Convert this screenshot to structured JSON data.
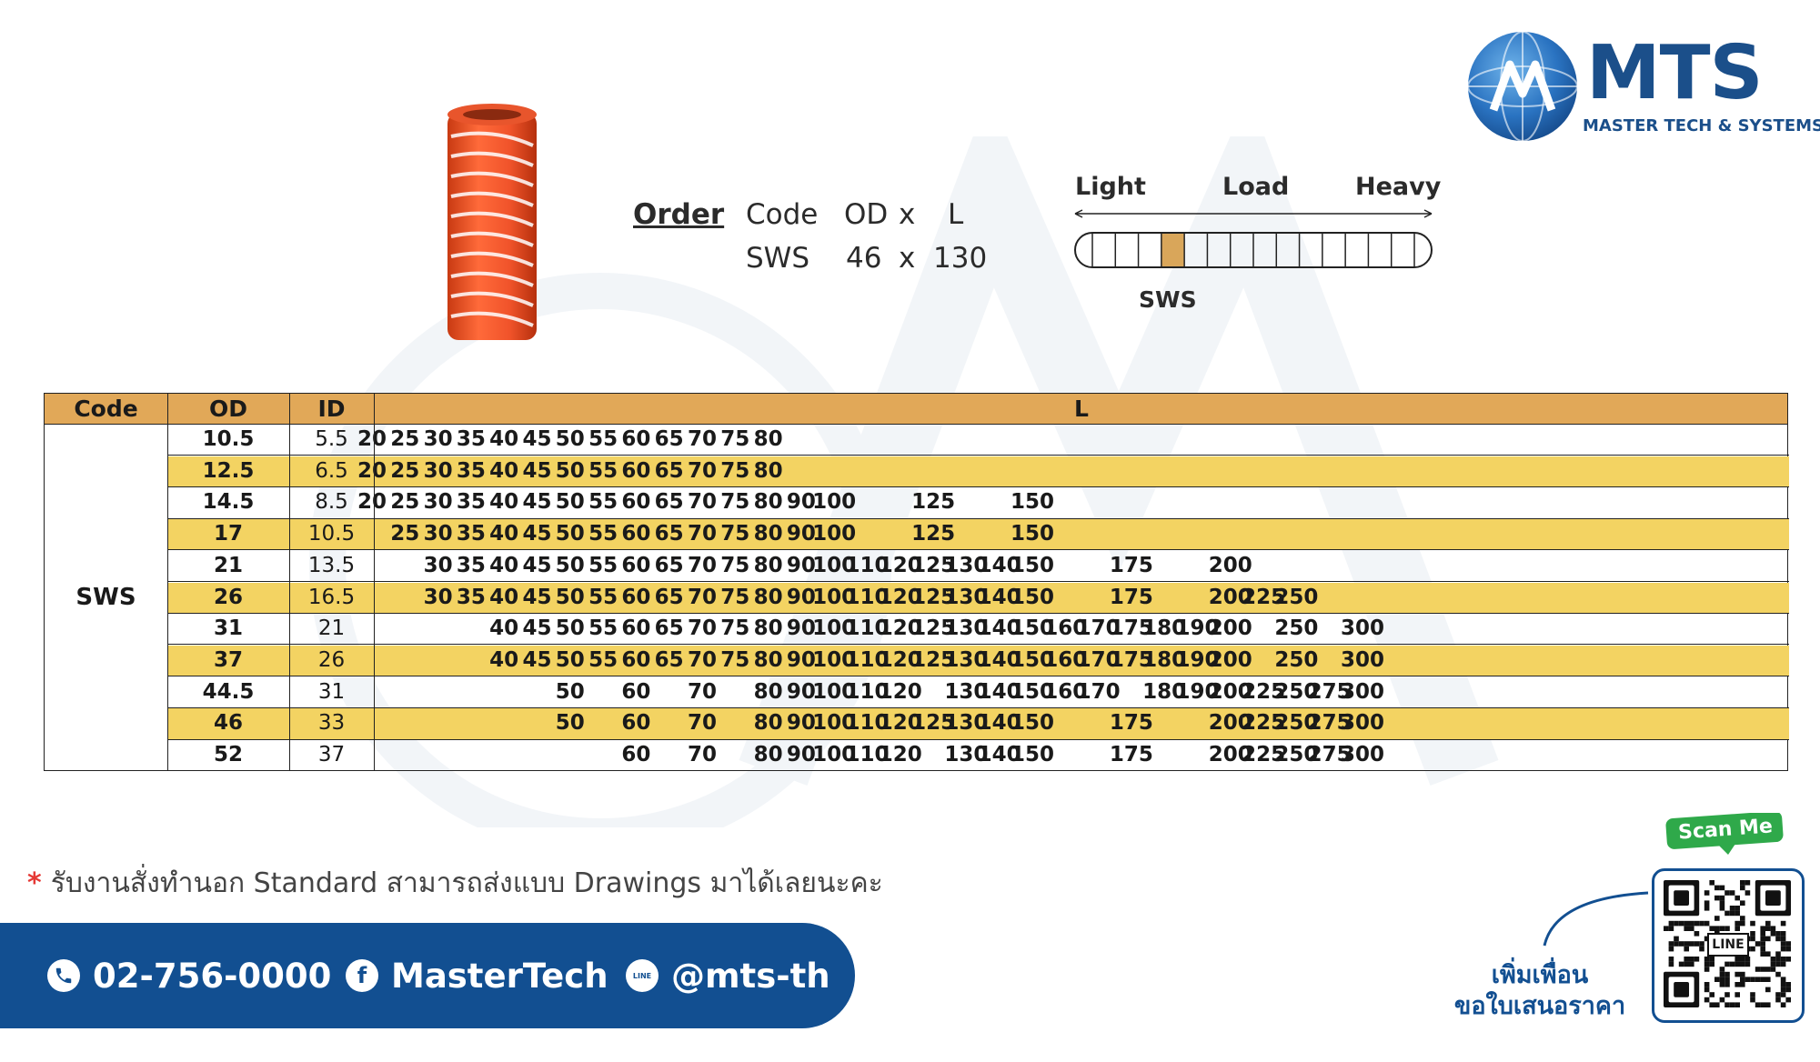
{
  "brand": {
    "name": "MTS",
    "tagline": "MASTER TECH & SYSTEMS",
    "primary_color": "#1b4f8a",
    "accent_color": "#124f91"
  },
  "order": {
    "label": "Order",
    "code_header": "Code",
    "od_header": "OD",
    "x1": "x",
    "l_header": "L",
    "code_value": "SWS",
    "od_value": "46",
    "x2": "x",
    "l_value": "130"
  },
  "load_scale": {
    "light": "Light",
    "load": "Load",
    "heavy": "Heavy",
    "marker_label": "SWS",
    "segments": 14,
    "selected_segment": 4
  },
  "table": {
    "headers": {
      "code": "Code",
      "od": "OD",
      "id": "ID",
      "l": "L"
    },
    "code": "SWS",
    "l_columns": [
      "20",
      "25",
      "30",
      "35",
      "40",
      "45",
      "50",
      "55",
      "60",
      "65",
      "70",
      "75",
      "80",
      "90",
      "100",
      "110",
      "120",
      "125",
      "130",
      "140",
      "150",
      "160",
      "170",
      "175",
      "180",
      "190",
      "200",
      "225",
      "250",
      "275",
      "300"
    ],
    "rows": [
      {
        "od": "10.5",
        "id": "5.5",
        "lengths": [
          "20",
          "25",
          "30",
          "35",
          "40",
          "45",
          "50",
          "55",
          "60",
          "65",
          "70",
          "75",
          "80"
        ]
      },
      {
        "od": "12.5",
        "id": "6.5",
        "lengths": [
          "20",
          "25",
          "30",
          "35",
          "40",
          "45",
          "50",
          "55",
          "60",
          "65",
          "70",
          "75",
          "80"
        ]
      },
      {
        "od": "14.5",
        "id": "8.5",
        "lengths": [
          "20",
          "25",
          "30",
          "35",
          "40",
          "45",
          "50",
          "55",
          "60",
          "65",
          "70",
          "75",
          "80",
          "90",
          "100",
          "125",
          "150"
        ]
      },
      {
        "od": "17",
        "id": "10.5",
        "lengths": [
          "25",
          "30",
          "35",
          "40",
          "45",
          "50",
          "55",
          "60",
          "65",
          "70",
          "75",
          "80",
          "90",
          "100",
          "125",
          "150"
        ]
      },
      {
        "od": "21",
        "id": "13.5",
        "lengths": [
          "30",
          "35",
          "40",
          "45",
          "50",
          "55",
          "60",
          "65",
          "70",
          "75",
          "80",
          "90",
          "100",
          "110",
          "120",
          "125",
          "130",
          "140",
          "150",
          "175",
          "200"
        ]
      },
      {
        "od": "26",
        "id": "16.5",
        "lengths": [
          "30",
          "35",
          "40",
          "45",
          "50",
          "55",
          "60",
          "65",
          "70",
          "75",
          "80",
          "90",
          "100",
          "110",
          "120",
          "125",
          "130",
          "140",
          "150",
          "175",
          "200",
          "225",
          "250"
        ]
      },
      {
        "od": "31",
        "id": "21",
        "lengths": [
          "40",
          "45",
          "50",
          "55",
          "60",
          "65",
          "70",
          "75",
          "80",
          "90",
          "100",
          "110",
          "120",
          "125",
          "130",
          "140",
          "150",
          "160",
          "170",
          "175",
          "180",
          "190",
          "200",
          "250",
          "300"
        ]
      },
      {
        "od": "37",
        "id": "26",
        "lengths": [
          "40",
          "45",
          "50",
          "55",
          "60",
          "65",
          "70",
          "75",
          "80",
          "90",
          "100",
          "110",
          "120",
          "125",
          "130",
          "140",
          "150",
          "160",
          "170",
          "175",
          "180",
          "190",
          "200",
          "250",
          "300"
        ]
      },
      {
        "od": "44.5",
        "id": "31",
        "lengths": [
          "50",
          "60",
          "70",
          "80",
          "90",
          "100",
          "110",
          "120",
          "130",
          "140",
          "150",
          "160",
          "170",
          "180",
          "190",
          "200",
          "225",
          "250",
          "275",
          "300"
        ]
      },
      {
        "od": "46",
        "id": "33",
        "lengths": [
          "50",
          "60",
          "70",
          "80",
          "90",
          "100",
          "110",
          "120",
          "125",
          "130",
          "140",
          "150",
          "175",
          "200",
          "225",
          "250",
          "275",
          "300"
        ]
      },
      {
        "od": "52",
        "id": "37",
        "lengths": [
          "60",
          "70",
          "80",
          "90",
          "100",
          "110",
          "120",
          "130",
          "140",
          "150",
          "175",
          "200",
          "225",
          "250",
          "275",
          "300"
        ]
      }
    ]
  },
  "note": {
    "star": "*",
    "text": "รับงานสั่งทำนอก Standard สามารถส่งแบบ Drawings มาได้เลยนะคะ"
  },
  "contact": {
    "phone": "02-756-0000",
    "facebook": "MasterTech",
    "line": "@mts-th",
    "facebook_icon_glyph": "f",
    "line_icon_glyph": "LINE"
  },
  "qr": {
    "scan_me": "Scan Me",
    "line_badge": "LINE",
    "caption_line1": "เพิ่มเพื่อน",
    "caption_line2": "ขอใบเสนอราคา"
  }
}
